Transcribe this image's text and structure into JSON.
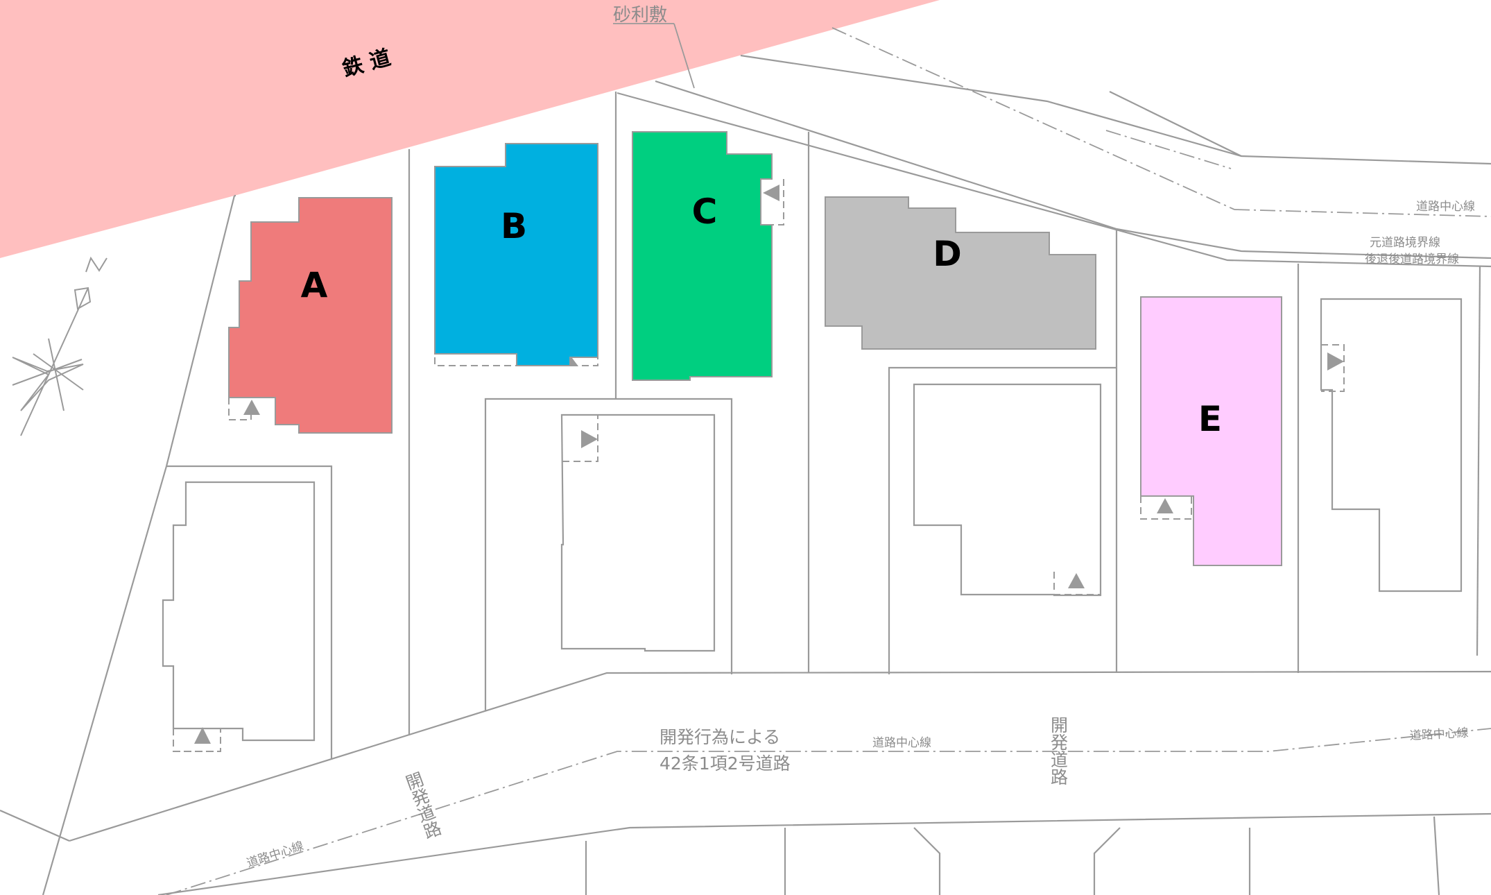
{
  "buildings": [
    {
      "id": "A",
      "label": "A",
      "color": "#EF7B7B"
    },
    {
      "id": "B",
      "label": "B",
      "color": "#00B0E0"
    },
    {
      "id": "C",
      "label": "C",
      "color": "#00CF80"
    },
    {
      "id": "D",
      "label": "D",
      "color": "#BFBFBF"
    },
    {
      "id": "E",
      "label": "E",
      "color": "#FFCCFF"
    }
  ],
  "railway": {
    "label": "鉄 道",
    "color": "#FFBFBF"
  },
  "labels": {
    "gravel": "砂利敷",
    "road_center_line": "道路中心線",
    "original_road_boundary": "元道路境界線",
    "setback_road_boundary": "後退後道路境界線",
    "dev_road_line1": "開発行為による",
    "dev_road_line2": "42条1項2号道路",
    "dev_road": "開発道路"
  },
  "compass": {
    "north_symbol": "N"
  }
}
